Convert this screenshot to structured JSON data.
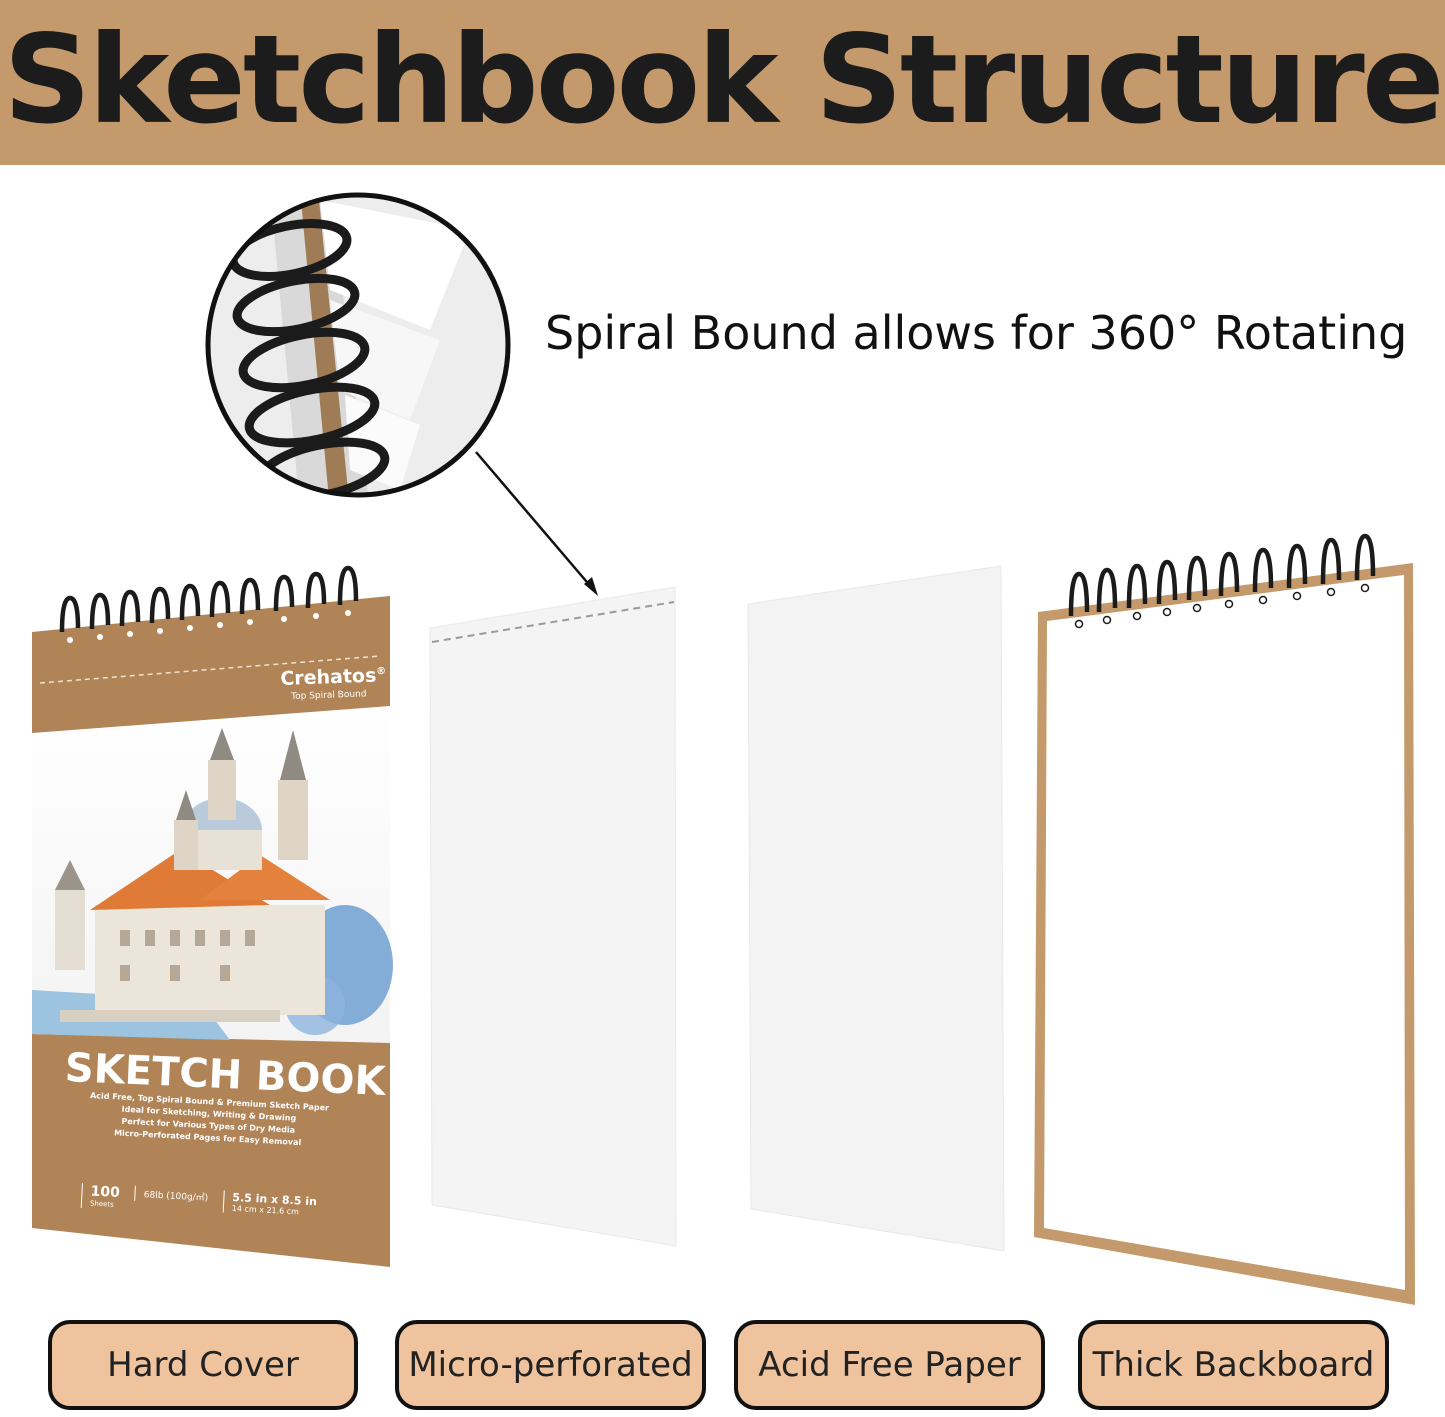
{
  "header": {
    "title": "Sketchbook Structure"
  },
  "callout": {
    "text": "Spiral Bound allows for 360° Rotating"
  },
  "cover": {
    "brand": "Crehatos",
    "brand_mark": "®",
    "brand_sub": "Top Spiral Bound",
    "title": "SKETCH BOOK",
    "lines": [
      "Acid Free, Top Spiral Bound & Premium Sketch Paper",
      "Ideal for Sketching, Writing & Drawing",
      "Perfect for Various Types of Dry Media",
      "Micro-Perforated Pages for Easy Removal"
    ],
    "specs": {
      "sheets_value": "100",
      "sheets_unit": "Sheets",
      "weight": "68lb (100g/㎡)",
      "size_in": "5.5 in x 8.5 in",
      "size_cm": "14 cm x 21.6 cm"
    }
  },
  "labels": [
    "Hard Cover",
    "Micro-perforated",
    "Acid Free Paper",
    "Thick Backboard"
  ],
  "colors": {
    "kraft": "#c49a6c",
    "label_fill": "#eec39d",
    "text_dark": "#1c1c1c"
  },
  "icons": {
    "zoom_lens": "spiral-closeup-icon",
    "arrow": "pointer-arrow-icon"
  }
}
